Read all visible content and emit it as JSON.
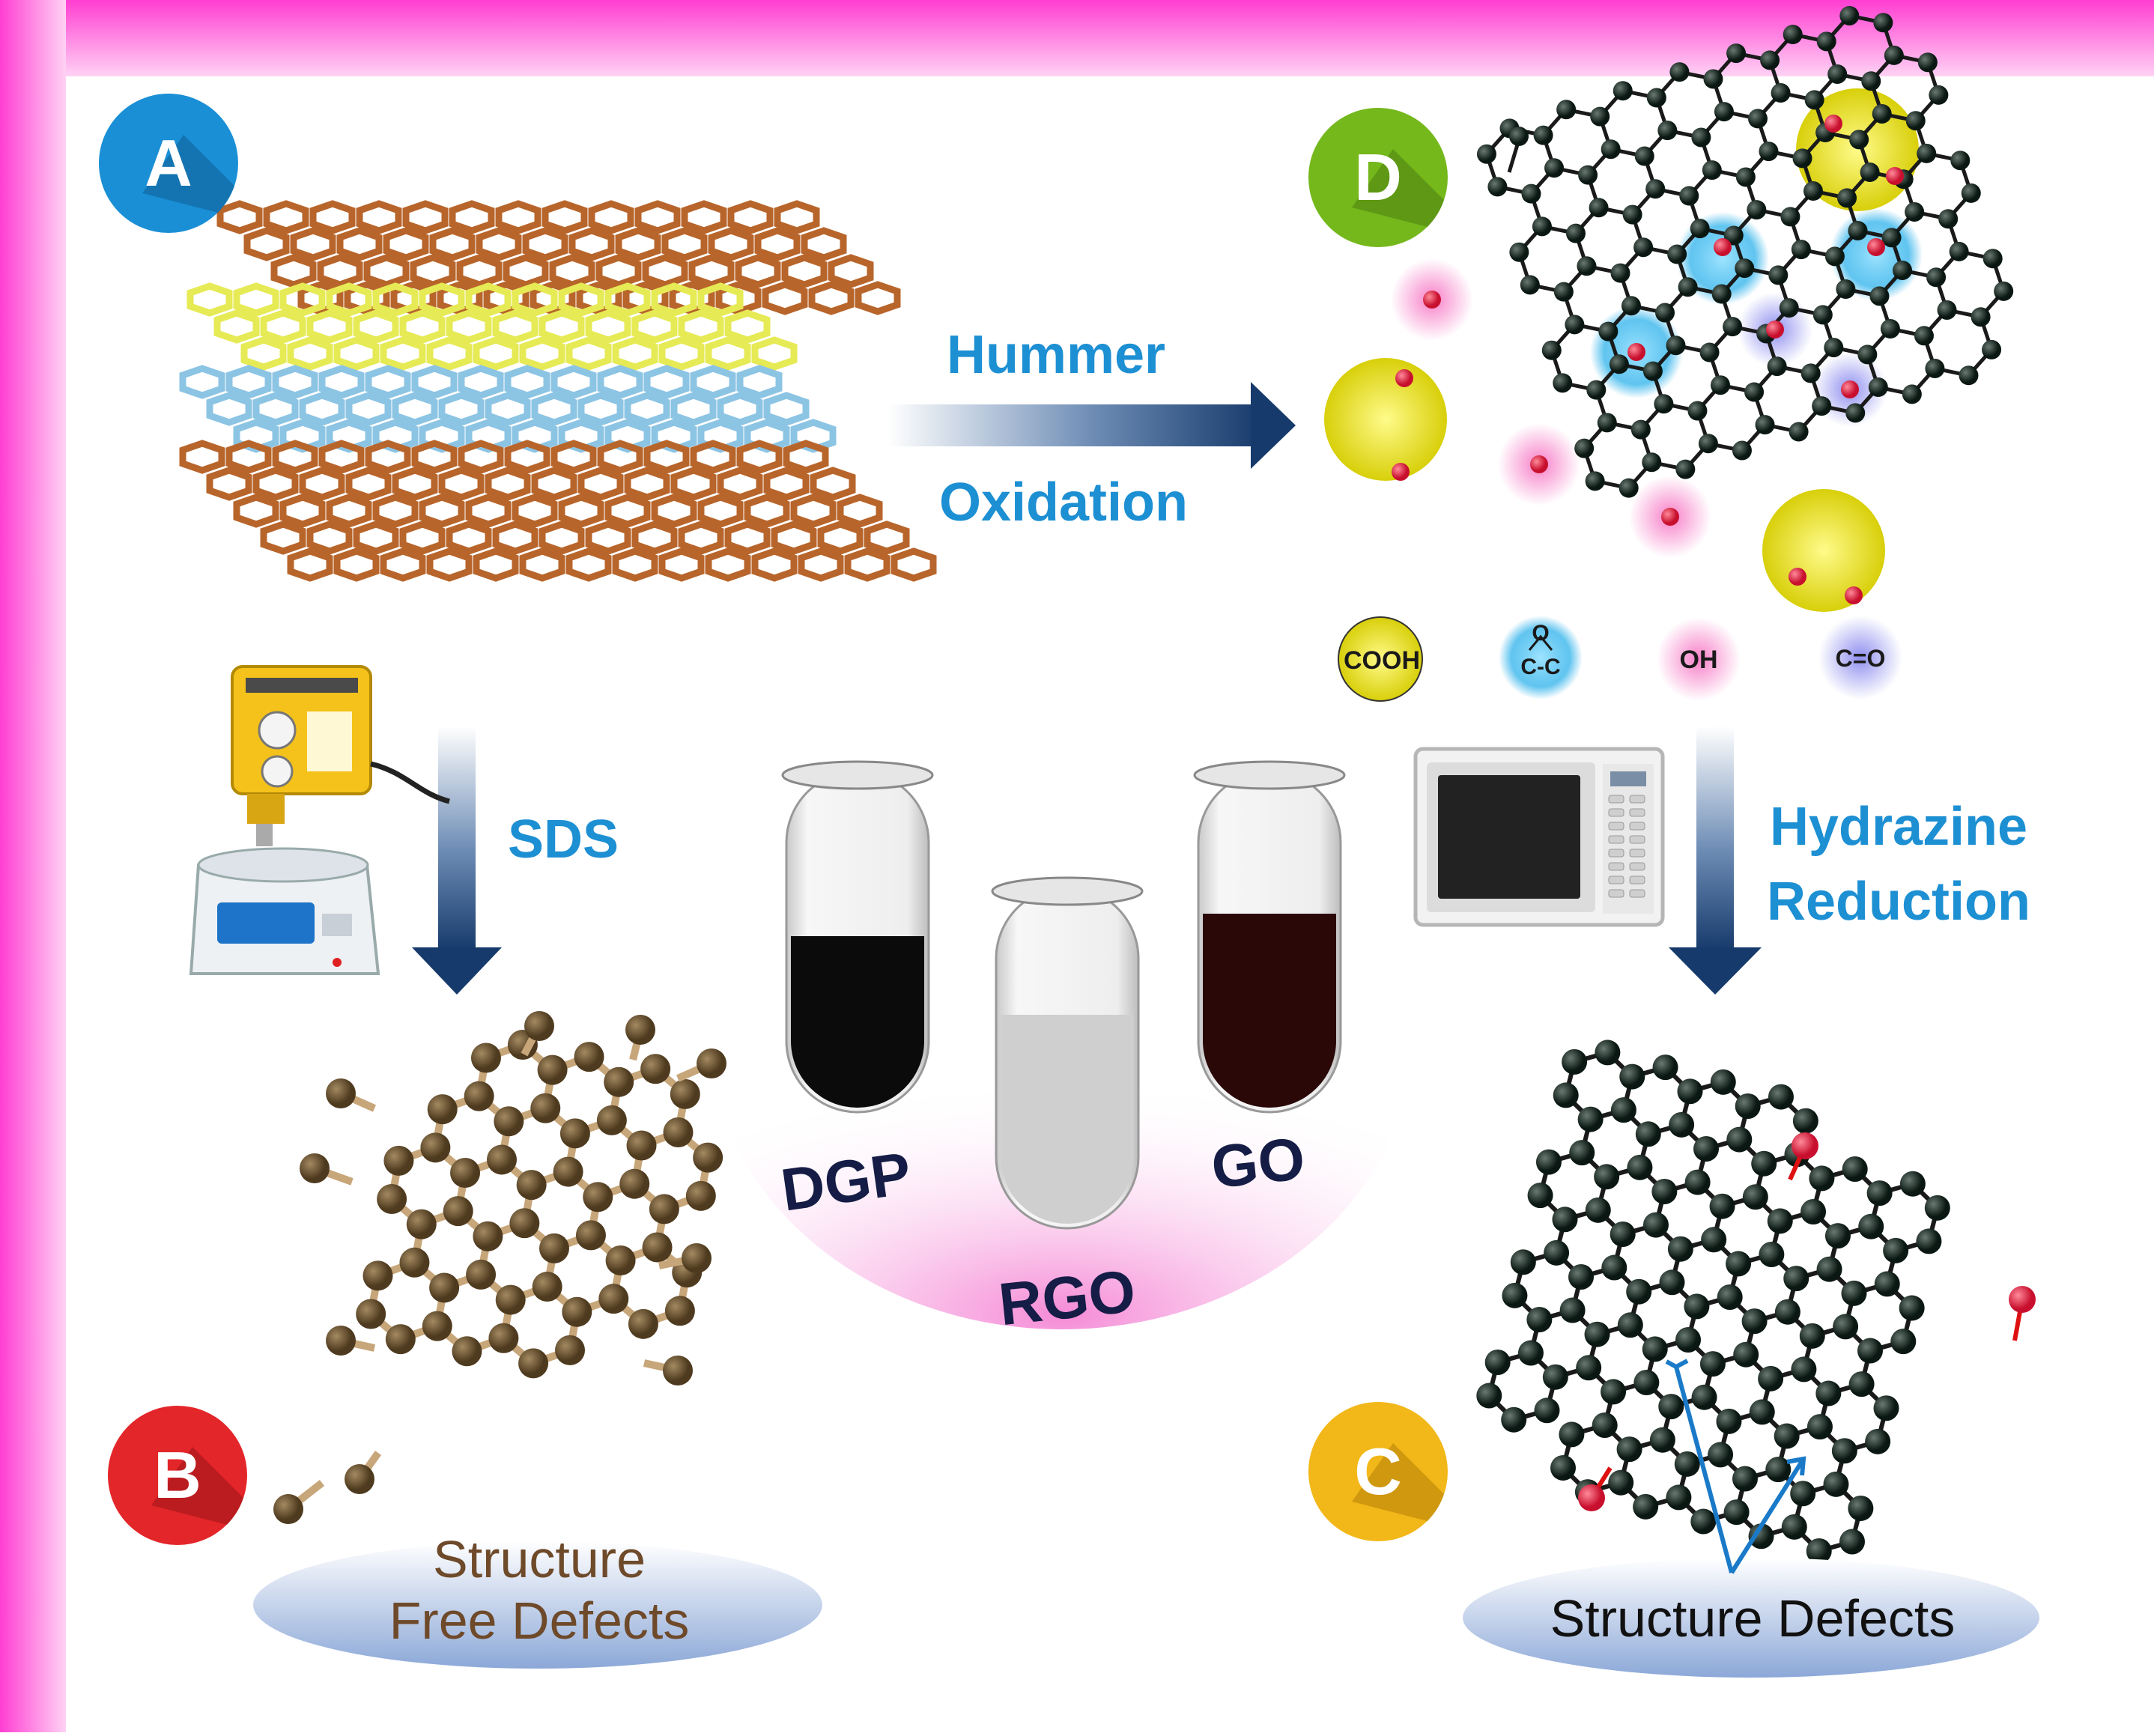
{
  "panels": {
    "a": {
      "letter": "A",
      "color": "#1a8fd6",
      "shade": "#0e5f93"
    },
    "b": {
      "letter": "B",
      "color": "#e3262a",
      "shade": "#9b1416"
    },
    "c": {
      "letter": "C",
      "color": "#f2b718",
      "shade": "#b37f0a"
    },
    "d": {
      "letter": "D",
      "color": "#74b81c",
      "shade": "#4d7d10"
    }
  },
  "arrows": {
    "top": {
      "line1": "Hummer",
      "line2": "Oxidation"
    },
    "left": {
      "label": "SDS"
    },
    "right": {
      "line1": "Hydrazine",
      "line2": "Reduction"
    }
  },
  "legend": [
    {
      "label": "COOH",
      "color": "#e7df12"
    },
    {
      "label": "O",
      "sub": "C-C",
      "color": "#39b6ec"
    },
    {
      "label": "OH",
      "color": "#f77fc8"
    },
    {
      "label": "C=O",
      "color": "#8f8ff0"
    }
  ],
  "vials": [
    {
      "label": "DGP",
      "liquid": "#0b0b0b"
    },
    {
      "label": "RGO",
      "liquid": "#cfcfcf"
    },
    {
      "label": "GO",
      "liquid": "#2a0808"
    }
  ],
  "captions": {
    "b_line1": "Structure",
    "b_line2": "Free Defects",
    "c": "Structure Defects"
  },
  "colors": {
    "accent_text": "#1d8fd3",
    "border": "#ff3ed2",
    "graphite_brown": "#b8652b",
    "graphite_yellow": "#e6ea55",
    "graphite_blue": "#8cc4e4",
    "atom_dark": "#0e1f18",
    "oxygen": "#ee1c3a",
    "brown_atom": "#6e5636"
  }
}
